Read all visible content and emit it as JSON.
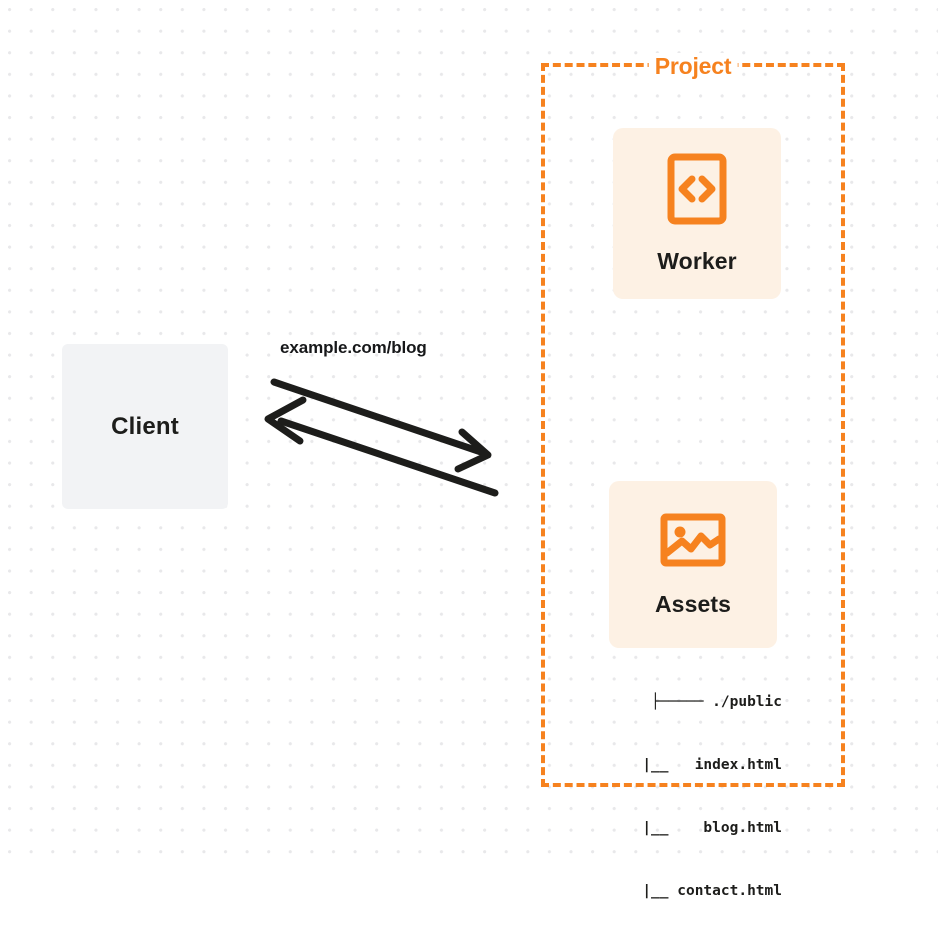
{
  "diagram": {
    "title": "Worker with static assets request flow",
    "background": {
      "color": "#ffffff",
      "dot_color": "#e8e8ea"
    },
    "colors": {
      "accent_orange": "#f6821f",
      "card_background": "#fdf1e4",
      "client_background": "#f2f3f5",
      "text_dark": "#1d1d1b",
      "arrow": "#1d1d1b"
    },
    "client": {
      "label": "Client"
    },
    "connector": {
      "label": "example.com/blog",
      "request_direction": "right",
      "response_direction": "left"
    },
    "project": {
      "title": "Project",
      "border_style": "dashed",
      "nodes": [
        {
          "id": "worker",
          "label": "Worker",
          "icon": "code-brackets-icon"
        },
        {
          "id": "assets",
          "label": "Assets",
          "icon": "image-icon"
        }
      ],
      "file_tree": {
        "rows": [
          "├───── ./public",
          "      |__   index.html",
          "      |__    blog.html",
          "      |__ contact.html"
        ]
      }
    }
  }
}
